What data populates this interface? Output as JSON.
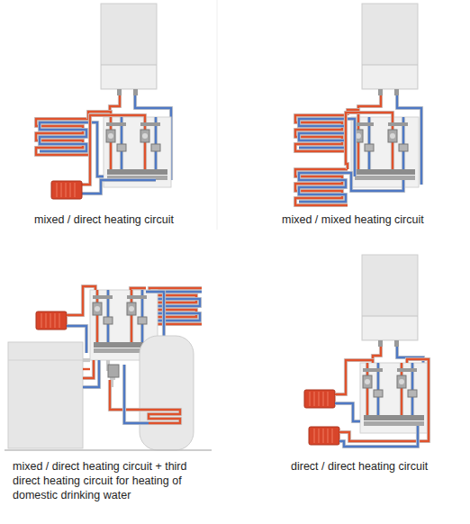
{
  "diagram": {
    "labels": [
      "mixed / direct heating circuit",
      "mixed / mixed heating circuit",
      "mixed / direct heating circuit + third direct heating circuit for heating of domestic drinking water",
      "direct / direct heating circuit"
    ]
  }
}
